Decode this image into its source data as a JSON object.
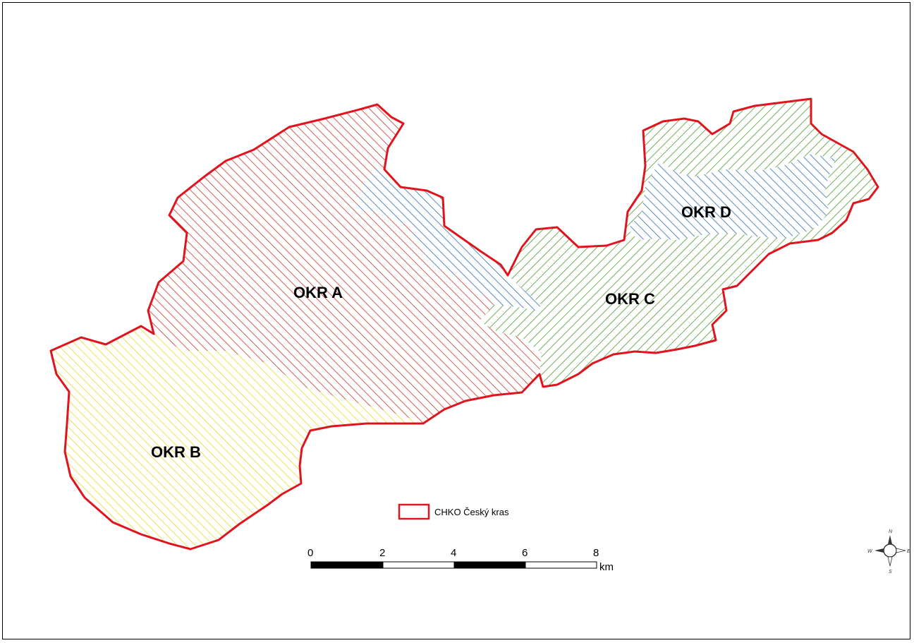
{
  "map": {
    "regions": [
      {
        "id": "okr-a",
        "label": "OKR A",
        "hatch_color": "#c0392b"
      },
      {
        "id": "okr-b",
        "label": "OKR B",
        "hatch_color": "#e8e040"
      },
      {
        "id": "okr-c",
        "label": "OKR C",
        "hatch_color": "#4e9a2c"
      },
      {
        "id": "okr-d",
        "label": "OKR D",
        "hatch_color": "#2e6fae"
      }
    ],
    "boundary_color": "#e0141e",
    "legend": {
      "label": "CHKO Český kras"
    },
    "scale": {
      "ticks": [
        "0",
        "2",
        "4",
        "6",
        "8"
      ],
      "unit": "km"
    },
    "compass": {
      "n": "N",
      "s": "S",
      "e": "E",
      "w": "W"
    }
  }
}
